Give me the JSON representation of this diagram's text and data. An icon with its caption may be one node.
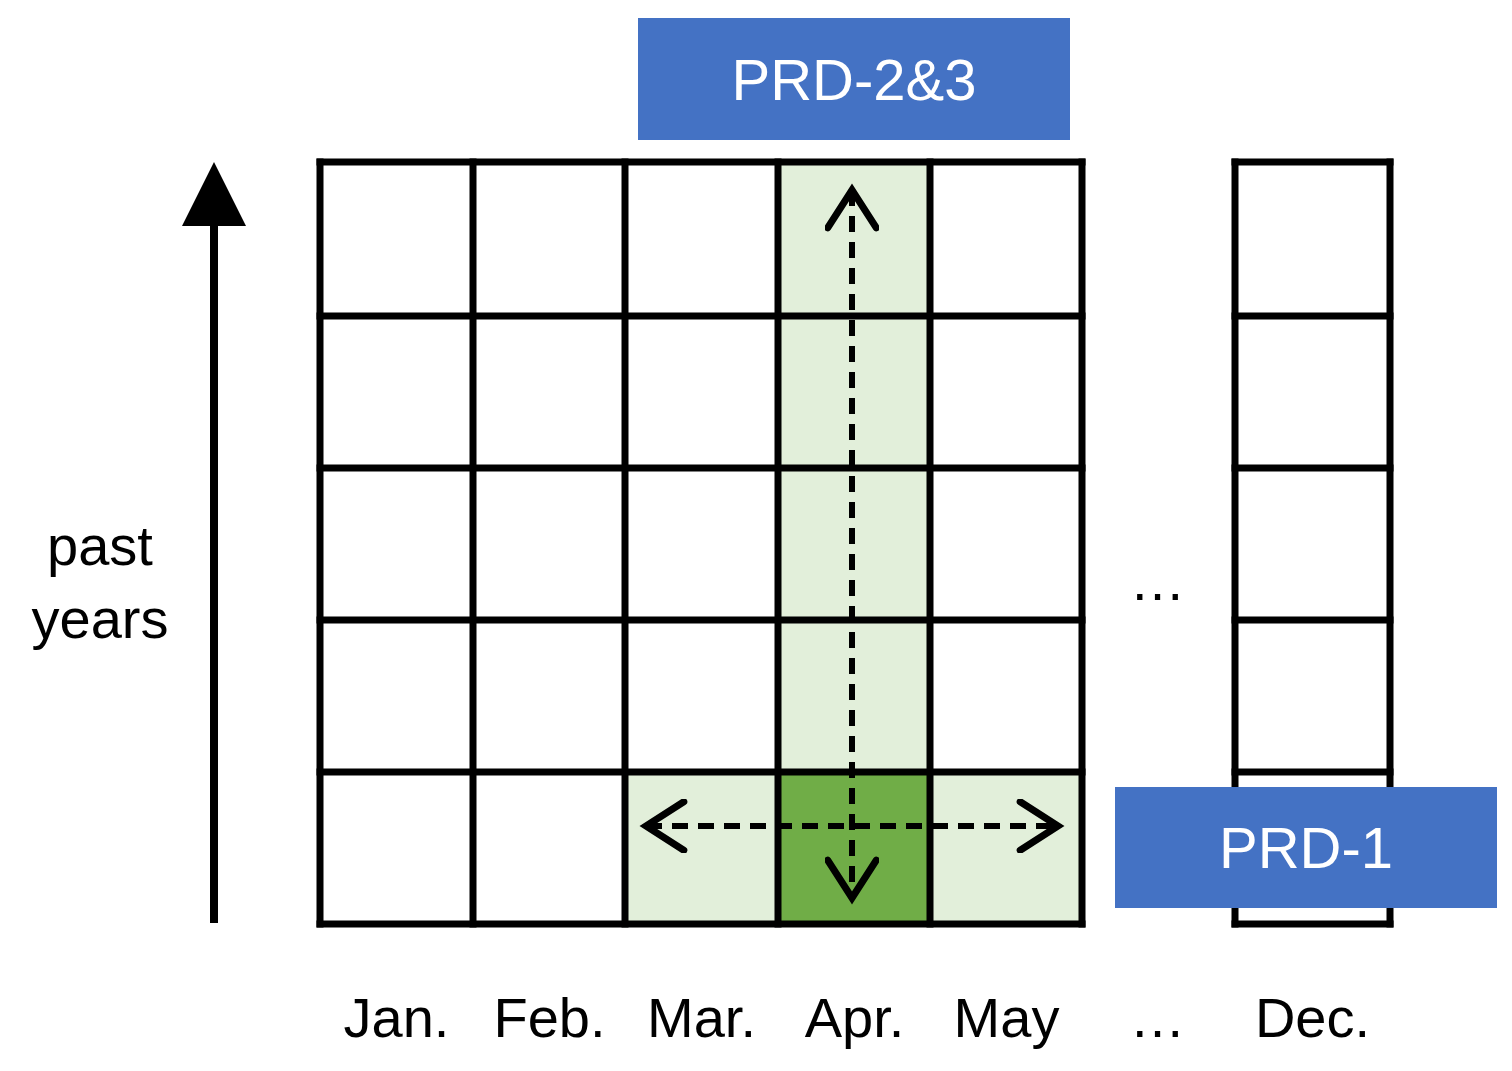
{
  "diagram": {
    "nodes": [
      {
        "text": [
          "PRD-2&3"
        ]
      },
      {
        "text": [
          "PRD-1"
        ]
      }
    ],
    "labels": [
      "past years",
      "…",
      "Jan.",
      "Feb.",
      "Mar.",
      "Apr.",
      "May",
      "…",
      "Dec."
    ]
  }
}
